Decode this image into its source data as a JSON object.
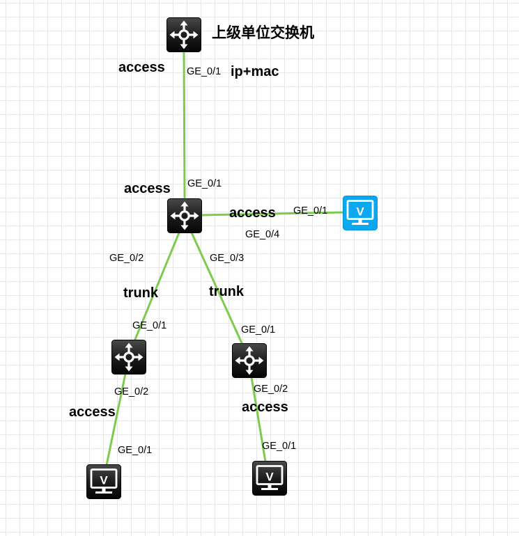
{
  "colors": {
    "link": "#7ccb4c",
    "switch_dark": "#121212",
    "pc_dark": "#121212",
    "pc_accent": "#0aa8f0"
  },
  "nodes": {
    "top_switch": {
      "label": "上级单位交换机",
      "icon": "switch-icon"
    },
    "core_switch": {
      "icon": "switch-icon"
    },
    "left_switch": {
      "icon": "switch-icon"
    },
    "right_switch": {
      "icon": "switch-icon"
    },
    "blue_pc": {
      "icon": "pc-icon",
      "glyph": "V"
    },
    "left_pc": {
      "icon": "pc-icon",
      "glyph": "V"
    },
    "right_pc": {
      "icon": "pc-icon",
      "glyph": "V"
    }
  },
  "links": {
    "uplink": {
      "mode_top": "access",
      "mode_bottom": "access",
      "port_top": "GE_0/1",
      "port_bottom": "GE_0/1",
      "note": "ip+mac"
    },
    "core_to_pc": {
      "mode": "access",
      "port_core": "GE_0/4",
      "port_pc": "GE_0/1"
    },
    "core_to_left": {
      "mode": "trunk",
      "port_core": "GE_0/2",
      "port_switch": "GE_0/1"
    },
    "core_to_right": {
      "mode": "trunk",
      "port_core": "GE_0/3",
      "port_switch": "GE_0/1"
    },
    "left_to_pc": {
      "mode": "access",
      "port_switch": "GE_0/2",
      "port_pc": "GE_0/1"
    },
    "right_to_pc": {
      "mode": "access",
      "port_switch": "GE_0/2",
      "port_pc": "GE_0/1"
    }
  }
}
